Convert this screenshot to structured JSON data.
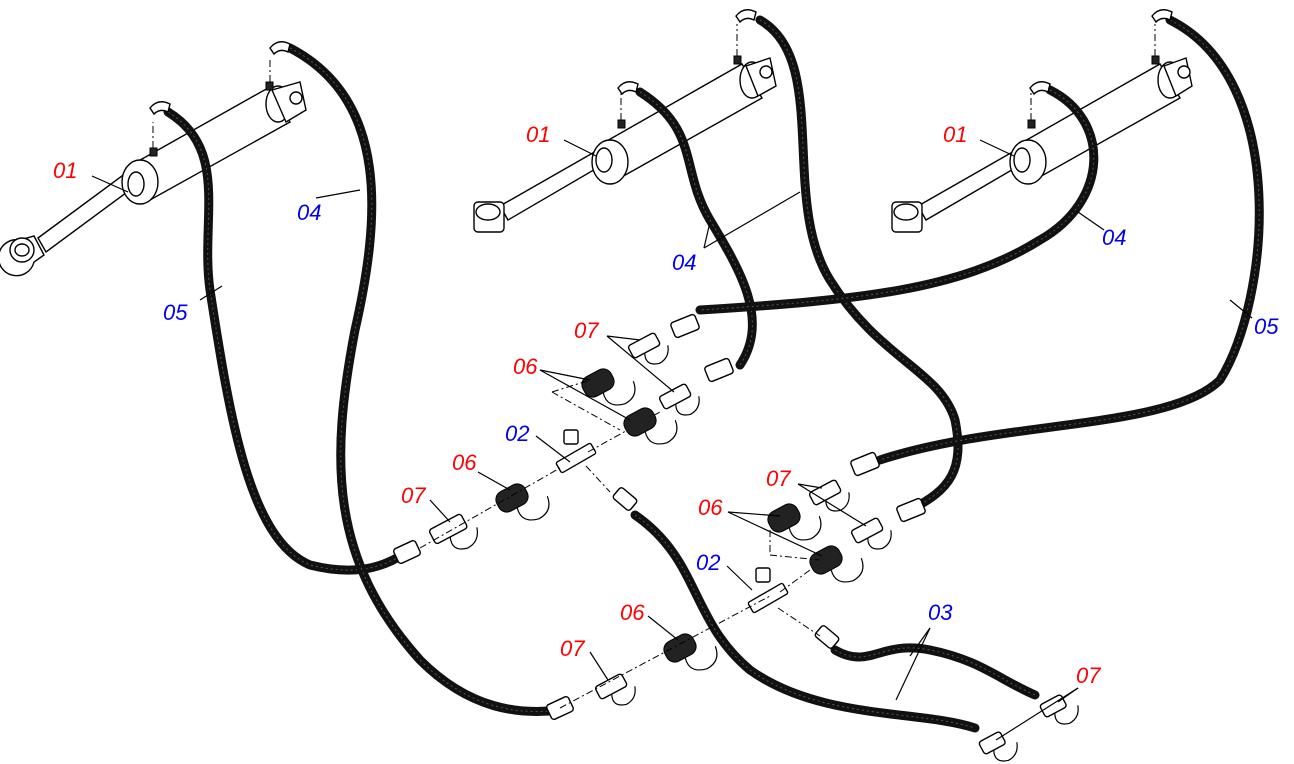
{
  "colors": {
    "red_label": "#ff0000",
    "blue_label": "#0000ee",
    "hose": "#111111",
    "line": "#000000",
    "background": "#ffffff"
  },
  "labels": {
    "cyl1": "01",
    "cyl2": "01",
    "cyl3": "01",
    "tee_left": "02",
    "tee_lower": "02",
    "hose_03": "03",
    "hose_04_left": "04",
    "hose_04_mid": "04",
    "hose_04_right": "04",
    "hose_05_left": "05",
    "hose_05_right": "05",
    "cap_06_a": "06",
    "cap_06_b": "06",
    "cap_06_c": "06",
    "cap_06_d": "06",
    "coupler_07_a": "07",
    "coupler_07_b": "07",
    "coupler_07_c": "07",
    "coupler_07_d": "07",
    "coupler_07_e": "07"
  },
  "icons": {
    "cylinder": "hydraulic-cylinder-icon",
    "coupler": "quick-coupler-icon",
    "cap": "dust-cap-icon",
    "tee": "tee-fitting-icon"
  }
}
